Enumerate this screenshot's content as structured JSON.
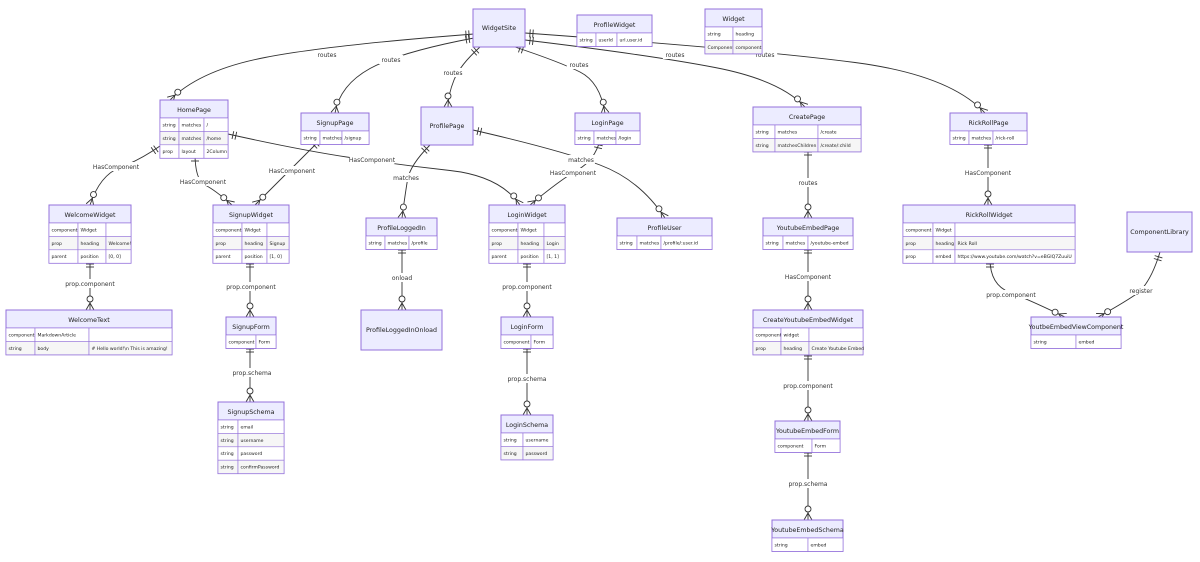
{
  "entities": [
    {
      "id": "WidgetSite",
      "title": "WidgetSite",
      "rows": []
    },
    {
      "id": "ProfileWidget",
      "title": "ProfileWidget",
      "rows": [
        [
          "string",
          "userId",
          "url.user.id"
        ]
      ]
    },
    {
      "id": "Widget",
      "title": "Widget",
      "rows": [
        [
          "string",
          "heading"
        ],
        [
          "Component",
          "component"
        ]
      ]
    },
    {
      "id": "HomePage",
      "title": "HomePage",
      "rows": [
        [
          "string",
          "matches",
          "/"
        ],
        [
          "string",
          "matches",
          "/home"
        ],
        [
          "prop",
          "layout",
          "2Column"
        ]
      ]
    },
    {
      "id": "SignupPage",
      "title": "SignupPage",
      "rows": [
        [
          "string",
          "matches",
          "/signup"
        ]
      ]
    },
    {
      "id": "ProfilePage",
      "title": "ProfilePage",
      "rows": []
    },
    {
      "id": "LoginPage",
      "title": "LoginPage",
      "rows": [
        [
          "string",
          "matches",
          "/login"
        ]
      ]
    },
    {
      "id": "CreatePage",
      "title": "CreatePage",
      "rows": [
        [
          "string",
          "matches",
          "/create"
        ],
        [
          "string",
          "matchesChildren",
          "/create/:child"
        ]
      ]
    },
    {
      "id": "RickRollPage",
      "title": "RickRollPage",
      "rows": [
        [
          "string",
          "matches",
          "/rick-roll"
        ]
      ]
    },
    {
      "id": "WelcomeWidget",
      "title": "WelcomeWidget",
      "rows": [
        [
          "component",
          "Widget",
          ""
        ],
        [
          "prop",
          "heading",
          "Welcome!"
        ],
        [
          "parent",
          "position",
          "[0, 0]"
        ]
      ]
    },
    {
      "id": "SignupWidget",
      "title": "SignupWidget",
      "rows": [
        [
          "component",
          "Widget",
          ""
        ],
        [
          "prop",
          "heading",
          "Signup"
        ],
        [
          "parent",
          "position",
          "[1, 0]"
        ]
      ]
    },
    {
      "id": "ProfileLoggedIn",
      "title": "ProfileLoggedIn",
      "rows": [
        [
          "string",
          "matches",
          "/profile"
        ]
      ]
    },
    {
      "id": "LoginWidget",
      "title": "LoginWidget",
      "rows": [
        [
          "component",
          "Widget",
          ""
        ],
        [
          "prop",
          "heading",
          "Login"
        ],
        [
          "parent",
          "position",
          "[1, 1]"
        ]
      ]
    },
    {
      "id": "ProfileUser",
      "title": "ProfileUser",
      "rows": [
        [
          "string",
          "matches",
          "/profile/:user.id"
        ]
      ]
    },
    {
      "id": "YoutubeEmbedPage",
      "title": "YoutubeEmbedPage",
      "rows": [
        [
          "string",
          "matches",
          "/youtube-embed"
        ]
      ]
    },
    {
      "id": "RickRollWidget",
      "title": "RickRollWidget",
      "rows": [
        [
          "component",
          "Widget",
          ""
        ],
        [
          "prop",
          "heading",
          "Rick Roll"
        ],
        [
          "prop",
          "embed",
          "https://www.youtube.com/watch?v=eBGIQ7ZuuiU"
        ]
      ]
    },
    {
      "id": "ComponentLibrary",
      "title": "ComponentLibrary",
      "rows": []
    },
    {
      "id": "WelcomeText",
      "title": "WelcomeText",
      "rows": [
        [
          "component",
          "MarkdownArticle",
          ""
        ],
        [
          "string",
          "body",
          "# Hello world!\\n This is amazing!"
        ]
      ]
    },
    {
      "id": "SignupForm",
      "title": "SignupForm",
      "rows": [
        [
          "component",
          "Form"
        ]
      ]
    },
    {
      "id": "ProfileLoggedInOnload",
      "title": "ProfileLoggedInOnload",
      "rows": []
    },
    {
      "id": "LoginForm",
      "title": "LoginForm",
      "rows": [
        [
          "component",
          "Form"
        ]
      ]
    },
    {
      "id": "CreateYoutubeEmbedWidget",
      "title": "CreateYoutubeEmbedWidget",
      "rows": [
        [
          "component",
          "widget",
          ""
        ],
        [
          "prop",
          "heading",
          "Create Youtube Embed"
        ]
      ]
    },
    {
      "id": "YoutbeEmbedViewComponent",
      "title": "YoutbeEmbedViewComponent",
      "rows": [
        [
          "string",
          "embed"
        ]
      ]
    },
    {
      "id": "SignupSchema",
      "title": "SignupSchema",
      "rows": [
        [
          "string",
          "email"
        ],
        [
          "string",
          "username"
        ],
        [
          "string",
          "password"
        ],
        [
          "string",
          "confirmPassword"
        ]
      ]
    },
    {
      "id": "LoginSchema",
      "title": "LoginSchema",
      "rows": [
        [
          "string",
          "username"
        ],
        [
          "string",
          "password"
        ]
      ]
    },
    {
      "id": "YoutubeEmbedForm",
      "title": "YoutubeEmbedForm",
      "rows": [
        [
          "component",
          "Form"
        ]
      ]
    },
    {
      "id": "YoutubeEmbedSchema",
      "title": "YoutubeEmbedSchema",
      "rows": [
        [
          "string",
          "embed"
        ]
      ]
    }
  ],
  "relationships": [
    {
      "id": "r1",
      "from": "WidgetSite",
      "to": "HomePage",
      "label": "routes"
    },
    {
      "id": "r2",
      "from": "WidgetSite",
      "to": "SignupPage",
      "label": "routes"
    },
    {
      "id": "r3",
      "from": "WidgetSite",
      "to": "ProfilePage",
      "label": "routes"
    },
    {
      "id": "r4",
      "from": "WidgetSite",
      "to": "LoginPage",
      "label": "routes"
    },
    {
      "id": "r5",
      "from": "WidgetSite",
      "to": "CreatePage",
      "label": "routes"
    },
    {
      "id": "r6",
      "from": "WidgetSite",
      "to": "RickRollPage",
      "label": "routes"
    },
    {
      "id": "r7",
      "from": "HomePage",
      "to": "WelcomeWidget",
      "label": "HasComponent"
    },
    {
      "id": "r8",
      "from": "HomePage",
      "to": "SignupWidget",
      "label": "HasComponent"
    },
    {
      "id": "r9",
      "from": "HomePage",
      "to": "LoginWidget",
      "label": "HasComponent"
    },
    {
      "id": "r10",
      "from": "SignupPage",
      "to": "SignupWidget",
      "label": "HasComponent"
    },
    {
      "id": "r11",
      "from": "LoginPage",
      "to": "LoginWidget",
      "label": "HasComponent"
    },
    {
      "id": "r12",
      "from": "ProfilePage",
      "to": "ProfileLoggedIn",
      "label": "matches"
    },
    {
      "id": "r13",
      "from": "ProfilePage",
      "to": "ProfileUser",
      "label": "matches"
    },
    {
      "id": "r14",
      "from": "CreatePage",
      "to": "YoutubeEmbedPage",
      "label": "routes"
    },
    {
      "id": "r15",
      "from": "RickRollPage",
      "to": "RickRollWidget",
      "label": "HasComponent"
    },
    {
      "id": "r16",
      "from": "WelcomeWidget",
      "to": "WelcomeText",
      "label": "prop.component"
    },
    {
      "id": "r17",
      "from": "SignupWidget",
      "to": "SignupForm",
      "label": "prop.component"
    },
    {
      "id": "r18",
      "from": "ProfileLoggedIn",
      "to": "ProfileLoggedInOnload",
      "label": "onload"
    },
    {
      "id": "r19",
      "from": "LoginWidget",
      "to": "LoginForm",
      "label": "prop.component"
    },
    {
      "id": "r20",
      "from": "YoutubeEmbedPage",
      "to": "CreateYoutubeEmbedWidget",
      "label": "HasComponent"
    },
    {
      "id": "r21",
      "from": "RickRollWidget",
      "to": "YoutbeEmbedViewComponent",
      "label": "prop.component"
    },
    {
      "id": "r22",
      "from": "ComponentLibrary",
      "to": "YoutbeEmbedViewComponent",
      "label": "register"
    },
    {
      "id": "r23",
      "from": "SignupForm",
      "to": "SignupSchema",
      "label": "prop.schema"
    },
    {
      "id": "r24",
      "from": "LoginForm",
      "to": "LoginSchema",
      "label": "prop.schema"
    },
    {
      "id": "r25",
      "from": "CreateYoutubeEmbedWidget",
      "to": "YoutubeEmbedForm",
      "label": "prop.component"
    },
    {
      "id": "r26",
      "from": "YoutubeEmbedForm",
      "to": "YoutubeEmbedSchema",
      "label": "prop.schema"
    }
  ]
}
